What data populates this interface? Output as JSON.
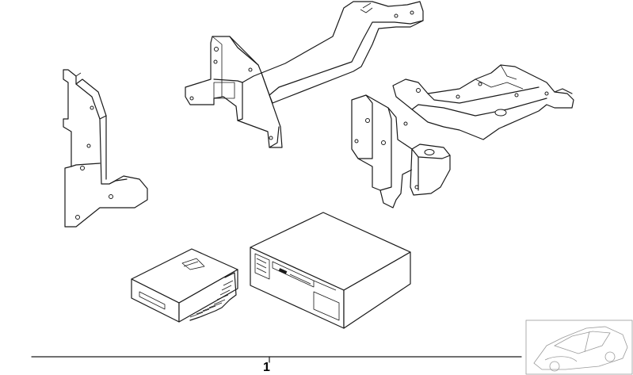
{
  "diagram": {
    "part_number_label": "1",
    "colors": {
      "line": "#1a1a1a",
      "background": "#ffffff",
      "thumbnail": "#9a9a9a"
    },
    "parts": [
      "left-bracket",
      "center-bracket",
      "right-bracket",
      "cd-magazine",
      "cd-changer",
      "car-thumbnail"
    ]
  }
}
